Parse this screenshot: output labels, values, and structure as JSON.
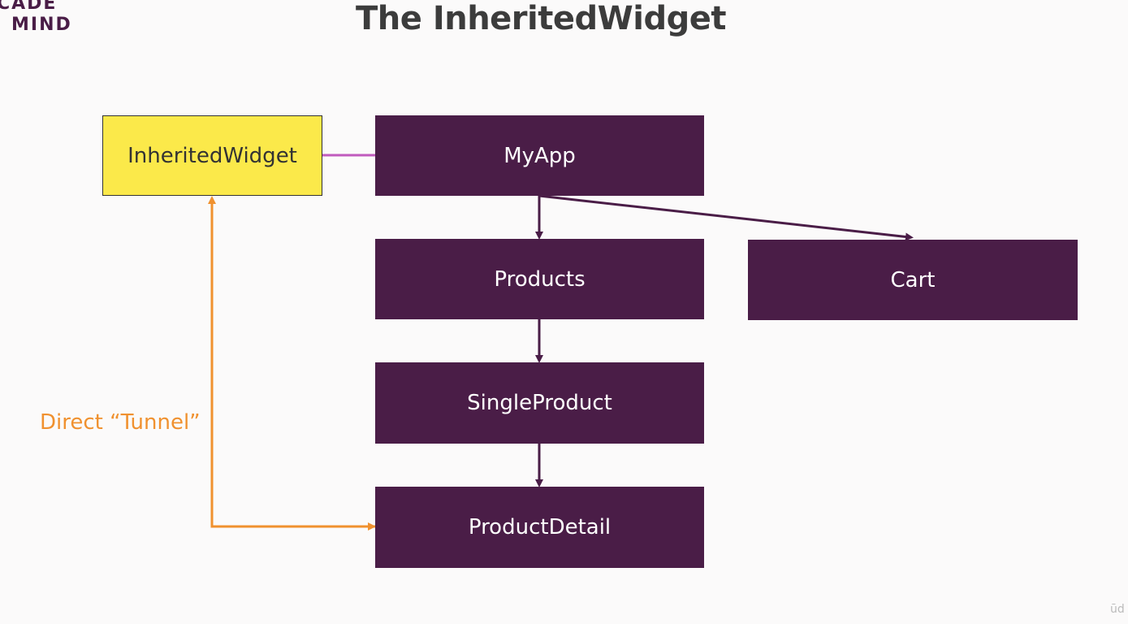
{
  "logo": {
    "line1": "CADE",
    "line2": "MIND"
  },
  "title": "The InheritedWidget",
  "nodes": {
    "inherited_widget": "InheritedWidget",
    "my_app": "MyApp",
    "products": "Products",
    "cart": "Cart",
    "single_product": "SingleProduct",
    "product_detail": "ProductDetail"
  },
  "tunnel_label": "Direct “Tunnel”",
  "colors": {
    "node_fill": "#4a1d47",
    "inherited_fill": "#fbe94a",
    "tunnel": "#f0912f",
    "link": "#c05bbd"
  },
  "watermark": "ūd"
}
